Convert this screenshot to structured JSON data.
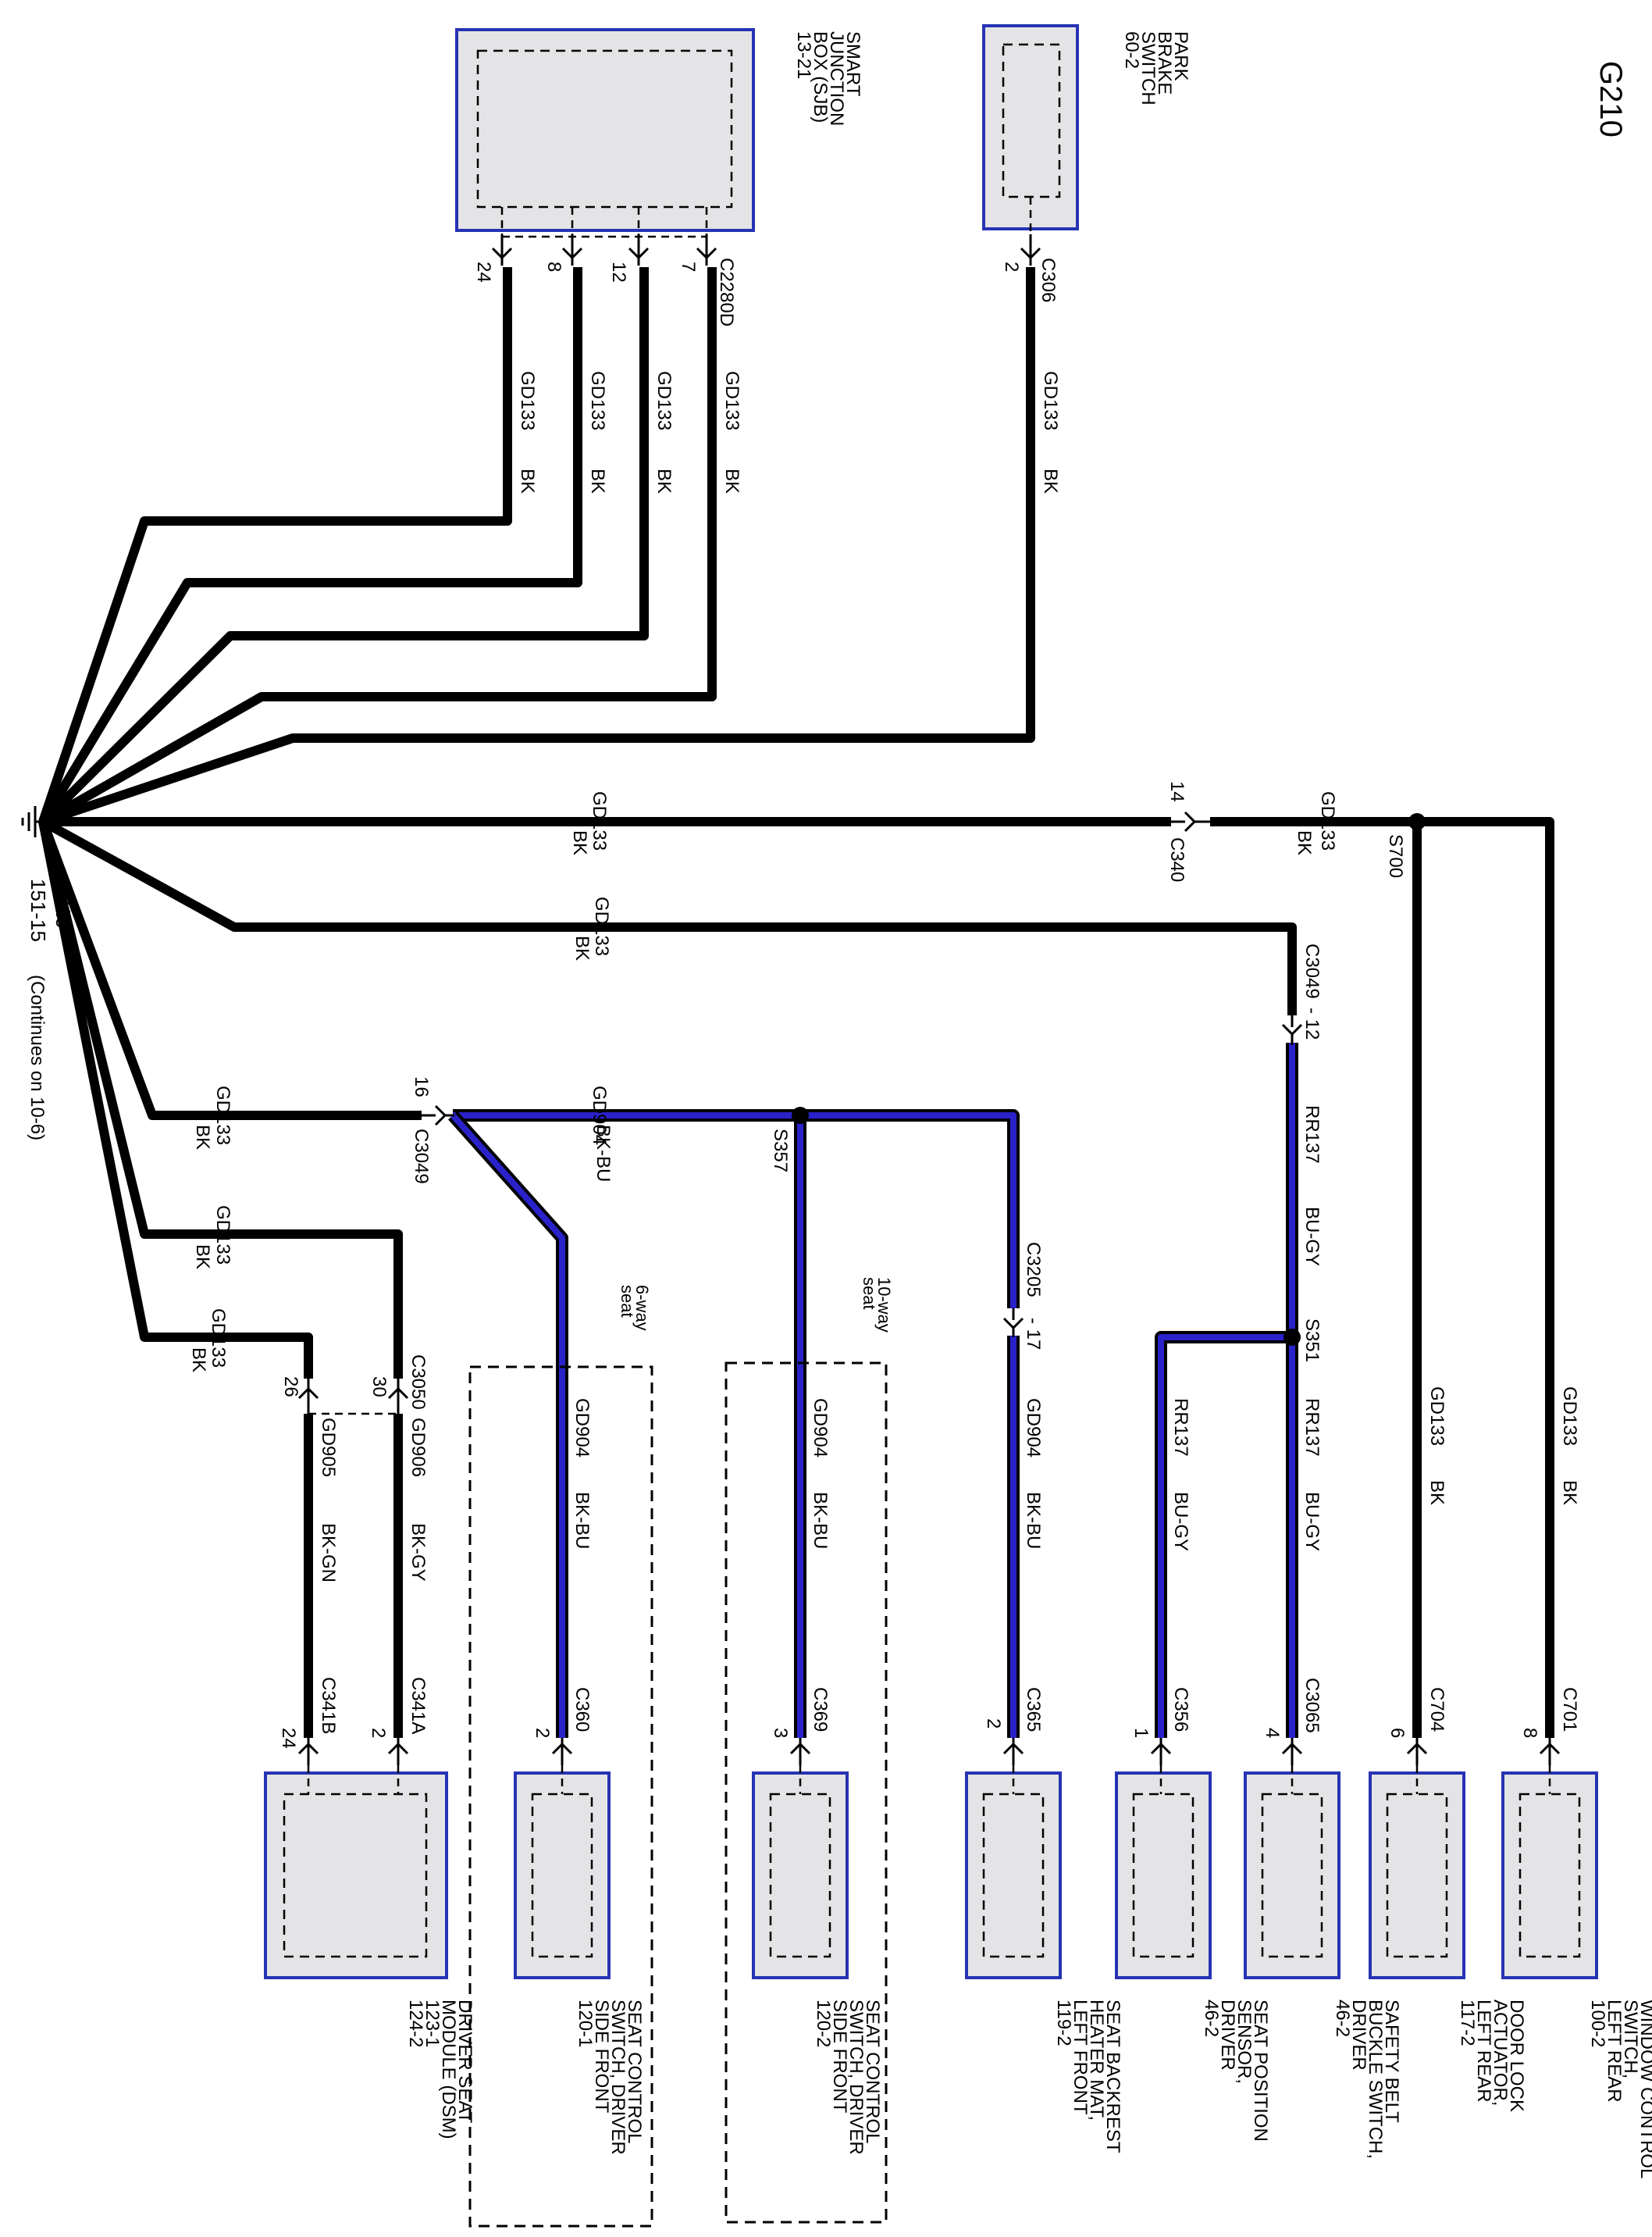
{
  "diagram": {
    "ground_title": "G210",
    "ground": {
      "id": "G210",
      "ref": "151-15",
      "note": "(Continues on 10-6)"
    },
    "components": {
      "sjb": {
        "lines": [
          "SMART",
          "JUNCTION",
          "BOX (SJB)",
          "13-21"
        ]
      },
      "park_brake": {
        "lines": [
          "PARK",
          "BRAKE",
          "SWITCH",
          "60-2"
        ]
      },
      "window_control": {
        "lines": [
          "WINDOW CONTROL",
          "SWITCH,",
          "LEFT REAR",
          "100-2"
        ]
      },
      "door_lock": {
        "lines": [
          "DOOR LOCK",
          "ACTUATOR,",
          "LEFT REAR",
          "117-2"
        ]
      },
      "safety_belt": {
        "lines": [
          "SAFETY BELT",
          "BUCKLE SWITCH,",
          "DRIVER",
          "46-2"
        ]
      },
      "seat_position": {
        "lines": [
          "SEAT POSITION",
          "SENSOR,",
          "DRIVER",
          "46-2"
        ]
      },
      "seat_backrest": {
        "lines": [
          "SEAT BACKREST",
          "HEATER MAT,",
          "LEFT FRONT",
          "119-2"
        ]
      },
      "seat_ctrl_10": {
        "lines": [
          "SEAT CONTROL",
          "SWITCH, DRIVER",
          "SIDE FRONT",
          "120-2"
        ]
      },
      "seat_ctrl_6": {
        "lines": [
          "SEAT CONTROL",
          "SWITCH, DRIVER",
          "SIDE FRONT",
          "120-1"
        ]
      },
      "dsm": {
        "lines": [
          "DRIVER SEAT",
          "MODULE (DSM)",
          "123-1",
          "124-2"
        ]
      }
    },
    "options": {
      "ten_way": [
        "10-way",
        "seat"
      ],
      "six_way": [
        "6-way",
        "seat"
      ]
    },
    "connectors": {
      "c2280d": "C2280D",
      "c306": "C306",
      "c340": "C340",
      "c3049_a": "C3049",
      "c3049_b": "C3049",
      "c3049_b_pin": "- 12",
      "c3205": "C3205",
      "c3205_pin": "- 17",
      "c3050": "C3050",
      "c701": "C701",
      "c704": "C704",
      "c3065": "C3065",
      "c356": "C356",
      "c365": "C365",
      "c369": "C369",
      "c360": "C360",
      "c341a": "C341A",
      "c341b": "C341B"
    },
    "splices": {
      "s700": "S700",
      "s351": "S351",
      "s357": "S357"
    },
    "pins": {
      "sjb_24": "24",
      "sjb_8": "8",
      "sjb_12": "12",
      "sjb_7": "7",
      "pb_2": "2",
      "c340_14": "14",
      "c3049_16": "16",
      "c3050_26": "26",
      "c3050_30": "30",
      "wc_8": "8",
      "dl_6": "6",
      "sb_4": "4",
      "sp_1": "1",
      "sbr_2": "2",
      "sc10_3": "3",
      "sc6_2": "2",
      "dsm_24": "24",
      "dsm_2": "2"
    },
    "wires": {
      "gd133": "GD133",
      "bk": "BK",
      "gd904": "GD904",
      "bkbu": "BK-BU",
      "rr137": "RR137",
      "bugy": "BU-GY",
      "gd905": "GD905",
      "bkgn": "BK-GN",
      "gd906": "GD906",
      "bkgy": "BK-GY"
    }
  }
}
